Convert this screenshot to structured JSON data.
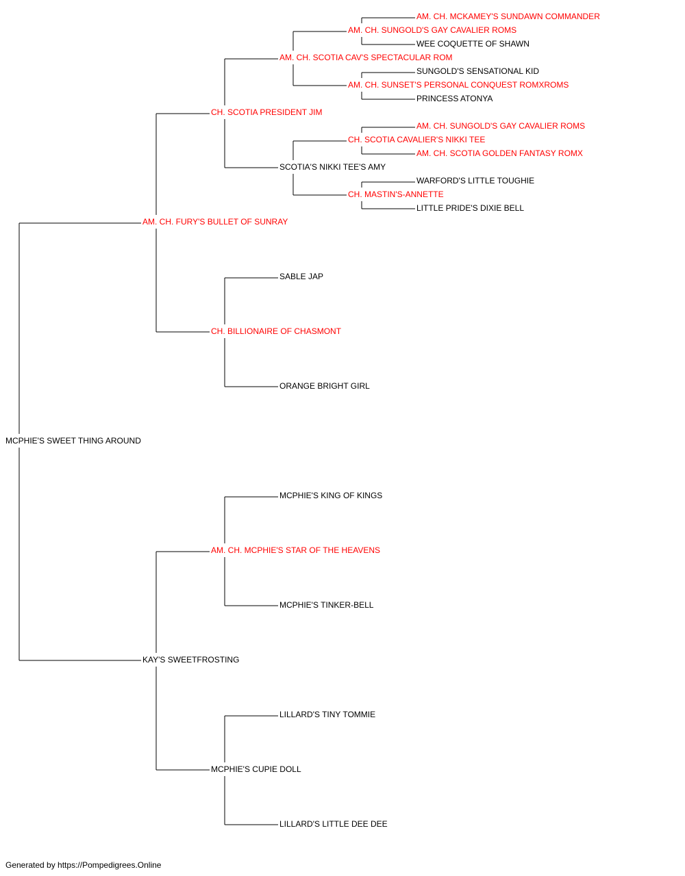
{
  "colors": {
    "champion": "#ff0000",
    "normal": "#000000",
    "line": "#000000"
  },
  "pedigree": {
    "name": "MCPHIE'S SWEET THING AROUND",
    "champion": false,
    "sire": {
      "name": "AM. CH. FURY'S BULLET OF SUNRAY",
      "champion": true,
      "sire": {
        "name": "CH. SCOTIA PRESIDENT JIM",
        "champion": true,
        "sire": {
          "name": "AM. CH. SCOTIA CAV'S SPECTACULAR ROM",
          "champion": true,
          "sire": {
            "name": "AM. CH. SUNGOLD'S GAY CAVALIER ROMS",
            "champion": true,
            "sire": {
              "name": "AM. CH. MCKAMEY'S SUNDAWN COMMANDER",
              "champion": true
            },
            "dam": {
              "name": "WEE COQUETTE OF SHAWN",
              "champion": false
            }
          },
          "dam": {
            "name": "AM. CH. SUNSET'S PERSONAL CONQUEST ROMXROMS",
            "champion": true,
            "sire": {
              "name": "SUNGOLD'S SENSATIONAL KID",
              "champion": false
            },
            "dam": {
              "name": "PRINCESS ATONYA",
              "champion": false
            }
          }
        },
        "dam": {
          "name": "SCOTIA'S NIKKI TEE'S AMY",
          "champion": false,
          "sire": {
            "name": "CH. SCOTIA CAVALIER'S NIKKI TEE",
            "champion": true,
            "sire": {
              "name": "AM. CH. SUNGOLD'S GAY CAVALIER ROMS",
              "champion": true
            },
            "dam": {
              "name": "AM. CH. SCOTIA GOLDEN FANTASY ROMX",
              "champion": true
            }
          },
          "dam": {
            "name": "CH. MASTIN'S-ANNETTE",
            "champion": true,
            "sire": {
              "name": "WARFORD'S LITTLE TOUGHIE",
              "champion": false
            },
            "dam": {
              "name": "LITTLE PRIDE'S DIXIE BELL",
              "champion": false
            }
          }
        }
      },
      "dam": {
        "name": "CH. BILLIONAIRE OF CHASMONT",
        "champion": true,
        "sire": {
          "name": "SABLE JAP",
          "champion": false
        },
        "dam": {
          "name": "ORANGE BRIGHT GIRL",
          "champion": false
        }
      }
    },
    "dam": {
      "name": "KAY'S SWEETFROSTING",
      "champion": false,
      "sire": {
        "name": "AM. CH. MCPHIE'S STAR OF THE HEAVENS",
        "champion": true,
        "sire": {
          "name": "MCPHIE'S KING OF KINGS",
          "champion": false
        },
        "dam": {
          "name": "MCPHIE'S TINKER-BELL",
          "champion": false
        }
      },
      "dam": {
        "name": "MCPHIE'S CUPIE DOLL",
        "champion": false,
        "sire": {
          "name": "LILLARD'S TINY TOMMIE",
          "champion": false
        },
        "dam": {
          "name": "LILLARD'S LITTLE DEE DEE",
          "champion": false
        }
      }
    }
  },
  "footer": "Generated by https://Pompedigrees.Online"
}
